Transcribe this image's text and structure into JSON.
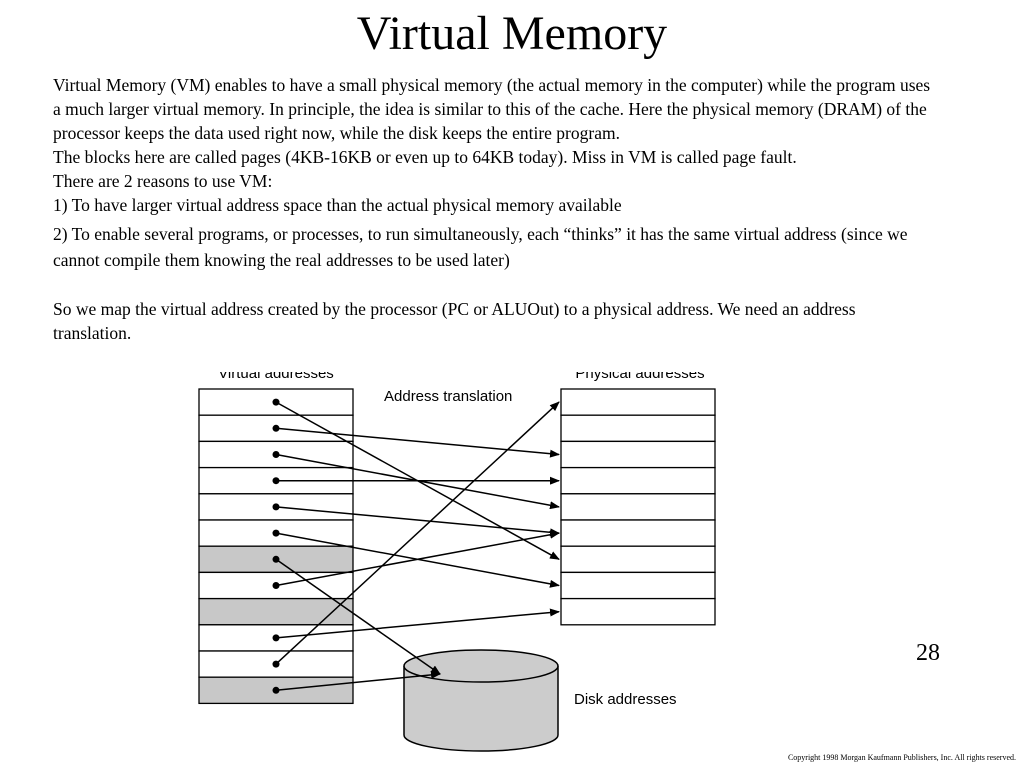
{
  "slide": {
    "title": "Virtual Memory",
    "paragraphs": [
      "Virtual Memory (VM) enables to have a small physical memory (the actual memory in the computer) while the program uses a much larger virtual memory. In principle, the idea is similar to this of the cache. Here the physical memory (DRAM) of the processor keeps the data used right now, while the disk  keeps the entire program.",
      "The blocks here are called pages (4KB-16KB or even up to 64KB today). Miss in VM is called page fault.",
      "There are 2 reasons to use VM:",
      "1) To have larger virtual address space than the actual physical memory available",
      "2) To enable several programs, or processes, to run simultaneously, each “thinks” it has the same virtual address (since we cannot compile them knowing the real addresses to be used later)",
      "So we map the virtual address created by the processor (PC or ALUOut) to a physical address. We need an address translation."
    ],
    "page_number": "28",
    "copyright": "Copyright 1998 Morgan Kaufmann Publishers, Inc. All rights reserved."
  },
  "diagram": {
    "virtual_label": "Virtual addresses",
    "physical_label": "Physical addresses",
    "translation_label": "Address translation",
    "disk_label": "Disk addresses",
    "virtual_page_count": 12,
    "physical_page_count": 9,
    "virtual_shaded_pages": [
      6,
      8,
      11
    ],
    "mappings": [
      {
        "virtual_page": 0,
        "target": "physical",
        "physical_page": 6
      },
      {
        "virtual_page": 1,
        "target": "physical",
        "physical_page": 2
      },
      {
        "virtual_page": 2,
        "target": "physical",
        "physical_page": 4
      },
      {
        "virtual_page": 3,
        "target": "physical",
        "physical_page": 3
      },
      {
        "virtual_page": 4,
        "target": "physical",
        "physical_page": 5
      },
      {
        "virtual_page": 5,
        "target": "physical",
        "physical_page": 7
      },
      {
        "virtual_page": 6,
        "target": "disk"
      },
      {
        "virtual_page": 7,
        "target": "physical",
        "physical_page": 5
      },
      {
        "virtual_page": 9,
        "target": "physical",
        "physical_page": 8
      },
      {
        "virtual_page": 10,
        "target": "physical",
        "physical_page": 0
      },
      {
        "virtual_page": 11,
        "target": "disk"
      }
    ],
    "colors": {
      "shaded": "#c8c8c8",
      "disk": "#cccccc",
      "line": "#000000"
    }
  }
}
